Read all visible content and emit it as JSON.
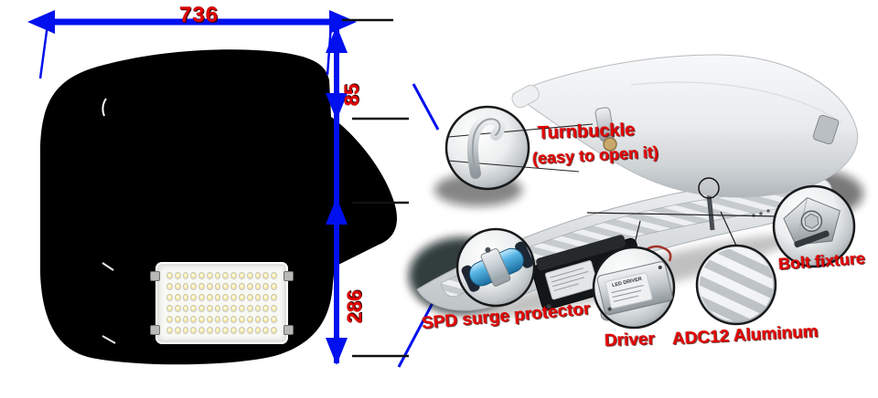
{
  "colors": {
    "dimension_blue": "#0010ee",
    "label_red": "#e60000"
  },
  "drawing": {
    "length_label": "736",
    "height_label": "85",
    "width_label": "286",
    "led_module": {
      "rows": 6,
      "cols": 14
    }
  },
  "callouts": {
    "turnbuckle": {
      "line1": "Turnbuckle",
      "line2": "(easy to open it)"
    },
    "spd": {
      "label": "SPD surge protector"
    },
    "driver": {
      "label": "Driver",
      "box_text": "LED DRIVER"
    },
    "aluminum": {
      "label": "ADC12 Aluminum"
    },
    "bolt": {
      "label": "Bolt fixture"
    }
  }
}
